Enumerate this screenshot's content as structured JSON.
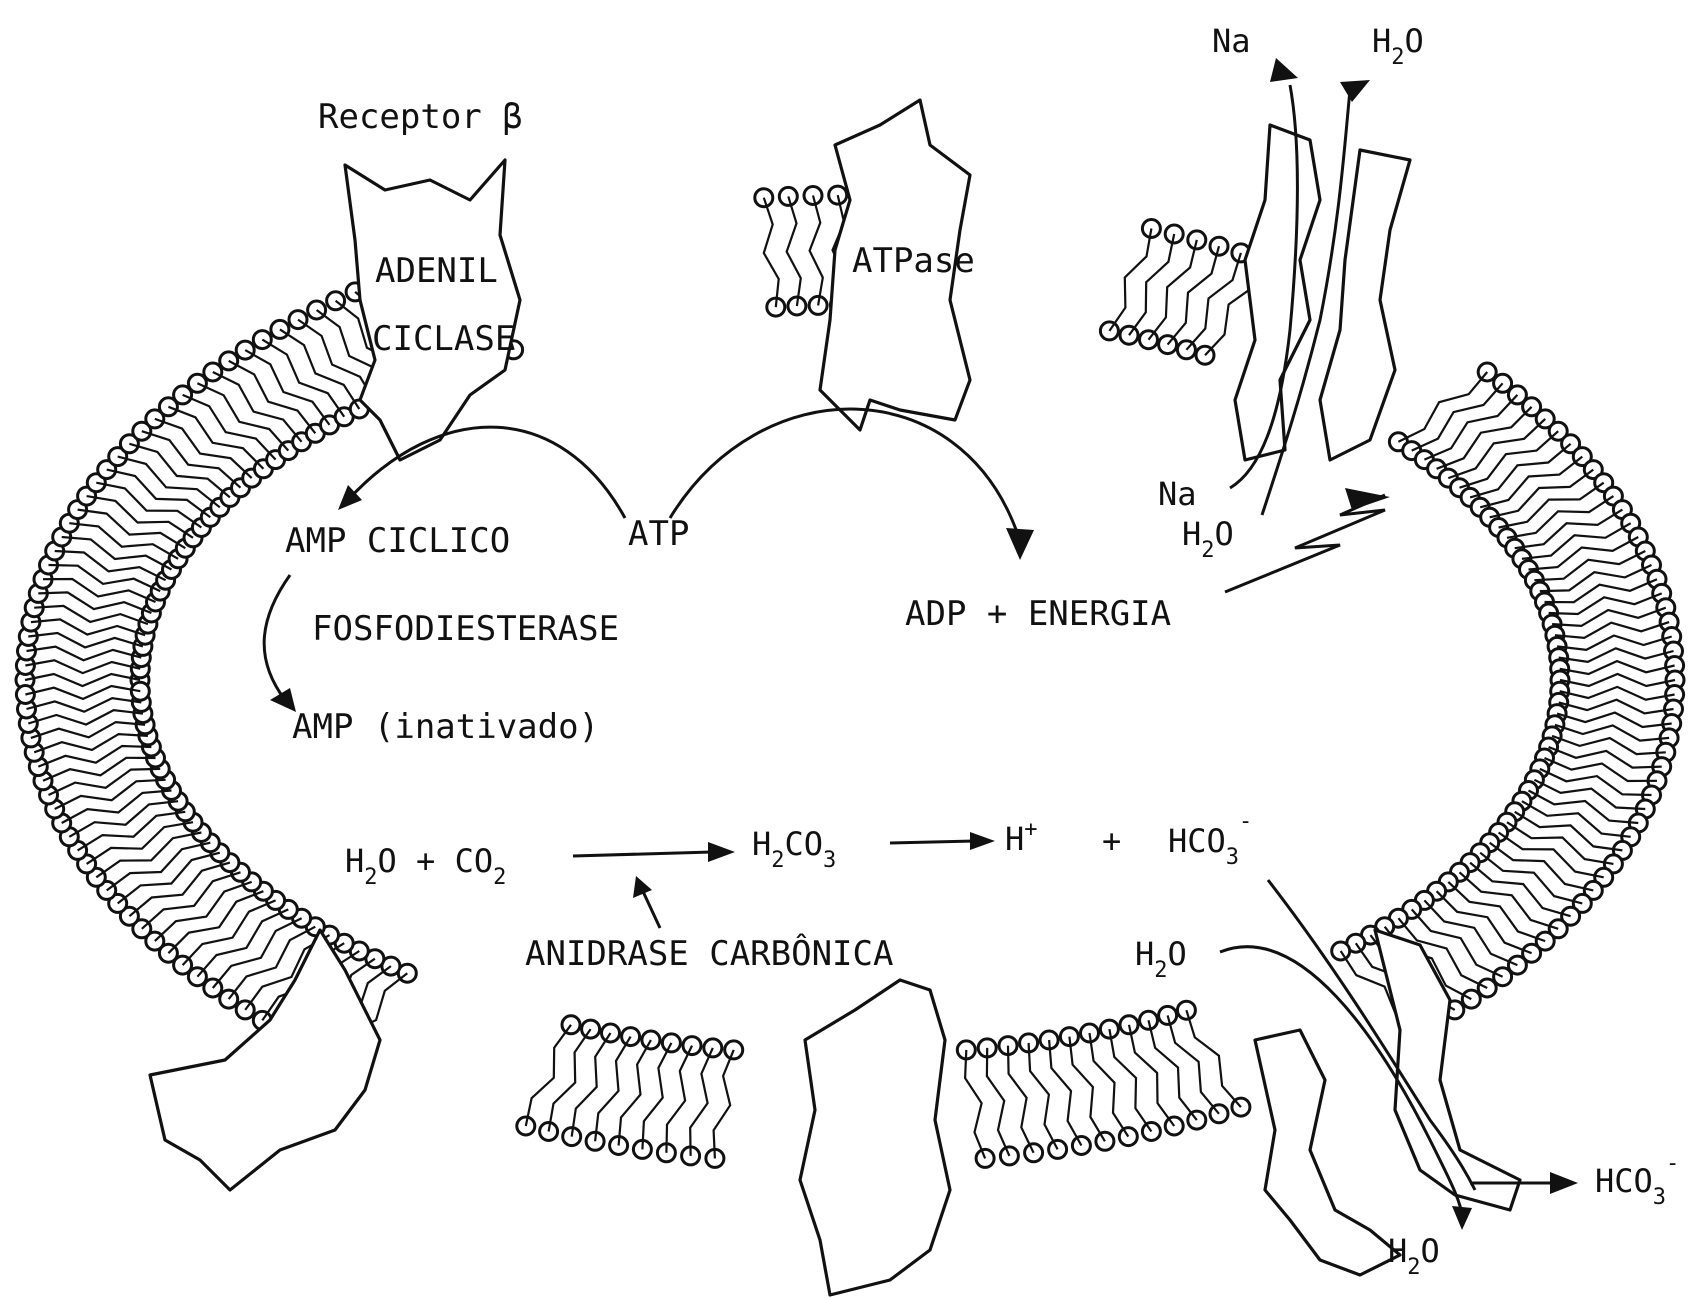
{
  "labels": {
    "receptor": "Receptor β",
    "adenil": "ADENIL",
    "ciclase": "CICLASE",
    "atpase": "ATPase",
    "amp_ciclico": "AMP CICLICO",
    "atp": "ATP",
    "fosfodiesterase": "FOSFODIESTERASE",
    "amp_inativado": "AMP (inativado)",
    "adp_energia": "ADP + ENERGIA",
    "na_top": "Na",
    "na_in": "Na",
    "anidrase": "ANIDRASE CARBÔNICA"
  },
  "formulas": {
    "h2o_top": {
      "main": "H",
      "sub": "2",
      "tail": "O"
    },
    "h2o_in": {
      "main": "H",
      "sub": "2",
      "tail": "O"
    },
    "reaction_left": {
      "a": "H",
      "a_sub": "2",
      "b": "O + CO",
      "b_sub": "2"
    },
    "h2co3": {
      "a": "H",
      "a_sub": "2",
      "b": "CO",
      "b_sub": "3"
    },
    "h_plus": {
      "a": "H",
      "sup": "+"
    },
    "plus": "+",
    "hco3_in": {
      "a": "HCO",
      "sub": "3",
      "sup": "-"
    },
    "h2o_mid": {
      "a": "H",
      "sub": "2",
      "tail": "O"
    },
    "hco3_out": {
      "a": "HCO",
      "sub": "3",
      "sup": "-"
    },
    "h2o_bottom": {
      "a": "H",
      "sub": "2",
      "tail": "O"
    }
  },
  "colors": {
    "ink": "#111111",
    "background": "#ffffff"
  }
}
